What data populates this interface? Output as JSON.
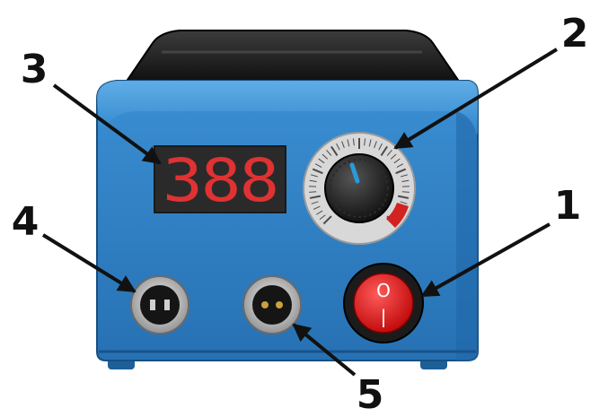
{
  "device": {
    "display_value": "388",
    "switch_on_symbol": "O",
    "switch_off_symbol": "|"
  },
  "callouts": [
    {
      "number": "1",
      "target": "power-switch"
    },
    {
      "number": "2",
      "target": "temperature-knob"
    },
    {
      "number": "3",
      "target": "digital-display"
    },
    {
      "number": "4",
      "target": "connector-socket-left"
    },
    {
      "number": "5",
      "target": "connector-socket-middle"
    }
  ],
  "colors": {
    "housing": "#2f86cc",
    "housing_dark": "#1d5f99",
    "top_handle": "#1a1a1a",
    "display_bg": "#2a2a2a",
    "display_digits": "#e03232",
    "switch_red": "#e01010",
    "knob_indicator": "#2a9ad8"
  }
}
